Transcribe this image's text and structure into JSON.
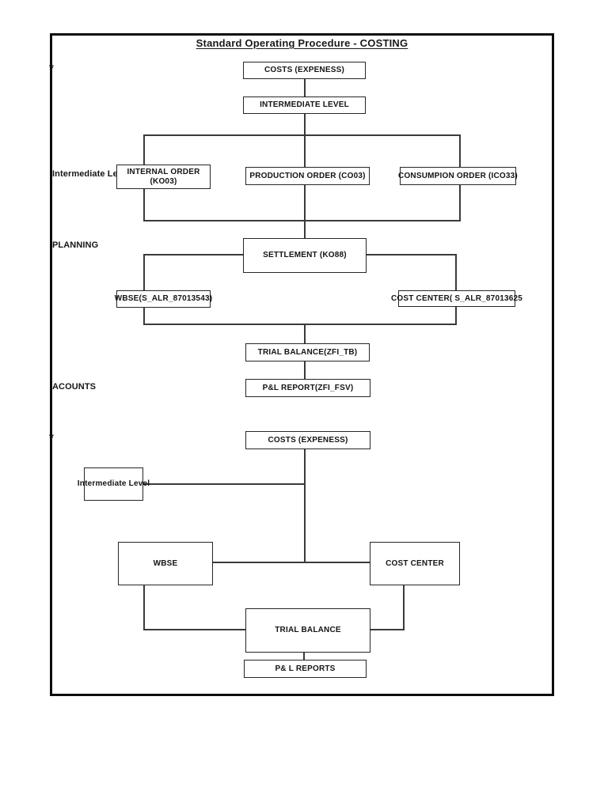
{
  "page": {
    "title": "Standard Operating Procedure - COSTING"
  },
  "colors": {
    "paper": "#ffffff",
    "ink": "#1a1a1a",
    "page_border": "#0d0d0d",
    "connector_line": "#3a3a3a"
  },
  "d1": {
    "marker": "*",
    "labels": {
      "intermediate": "Intermediate Level",
      "planning": "PLANNING",
      "accounts": "ACOUNTS"
    },
    "boxes": {
      "costs": "COSTS (EXPENESS)",
      "intermediate_level": "INTERMEDIATE LEVEL",
      "internal_order": "INTERNAL ORDER (KO03)",
      "production_order": "PRODUCTION ORDER (CO03)",
      "consumption_order": "CONSUMPION ORDER (ICO33)",
      "settlement": "SETTLEMENT (KO88)",
      "wbse": "WBSE(S_ALR_87013543)",
      "cost_center": "COST CENTER( S_ALR_87013625",
      "trial_balance": "TRIAL BALANCE(ZFI_TB)",
      "pl_report": "P&L REPORT(ZFI_FSV)"
    }
  },
  "d2": {
    "marker": "*",
    "boxes": {
      "costs": "COSTS (EXPENESS)",
      "intermediate_level": "Intermediate Level",
      "wbse": "WBSE",
      "cost_center": "COST CENTER",
      "trial_balance": "TRIAL BALANCE",
      "pl_reports": "P& L REPORTS"
    }
  }
}
